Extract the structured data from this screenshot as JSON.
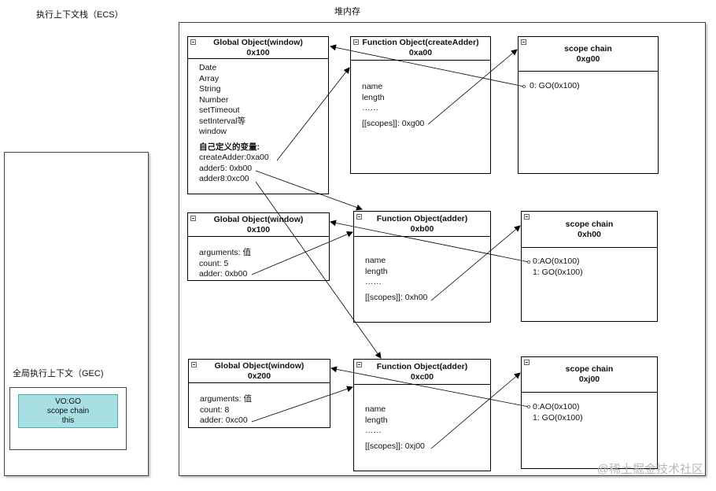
{
  "labels": {
    "ecs": "执行上下文栈（ECS）",
    "heap": "堆内存",
    "gec": "全局执行上下文（GEC)"
  },
  "gec_box": {
    "line1": "VO:GO",
    "line2": "scope chain",
    "line3": "this"
  },
  "global_object": {
    "title": "Global Object(window)",
    "addr": "0x100",
    "items": [
      "Date",
      "Array",
      "String",
      "Number",
      "setTimeout",
      "setInterval等",
      "window"
    ],
    "section_title": "自己定义的变量:",
    "vars": [
      "createAdder:0xa00",
      "adder5: 0xb00",
      "adder8:0xc00"
    ]
  },
  "fn_create_adder": {
    "title": "Function Object(createAdder)",
    "addr": "0xa00",
    "lines": [
      "name",
      "length",
      "……",
      "[[scopes]]: 0xg00"
    ]
  },
  "scope_g00": {
    "title": "scope chain",
    "addr": "0xg00",
    "lines": [
      "0: GO(0x100)"
    ]
  },
  "ao_b": {
    "title": "Global Object(window)",
    "addr": "0x100",
    "lines": [
      "arguments: 值",
      "count: 5",
      "adder: 0xb00"
    ]
  },
  "fn_adder_b": {
    "title": "Function Object(adder)",
    "addr": "0xb00",
    "lines": [
      "name",
      "length",
      "……",
      "[[scopes]]: 0xh00"
    ]
  },
  "scope_h00": {
    "title": "scope chain",
    "addr": "0xh00",
    "lines": [
      "0:AO(0x100)",
      "1: GO(0x100)"
    ]
  },
  "ao_c": {
    "title": "Global Object(window)",
    "addr": "0x200",
    "lines": [
      "arguments: 值",
      "count: 8",
      "adder: 0xc00"
    ]
  },
  "fn_adder_c": {
    "title": "Function Object(adder)",
    "addr": "0xc00",
    "lines": [
      "name",
      "length",
      "……",
      "[[scopes]]: 0xj00"
    ]
  },
  "scope_j00": {
    "title": "scope chain",
    "addr": "0xj00",
    "lines": [
      "0:AO(0x100)",
      "1: GO(0x100)"
    ]
  },
  "watermark": "@稀土掘金技术社区"
}
